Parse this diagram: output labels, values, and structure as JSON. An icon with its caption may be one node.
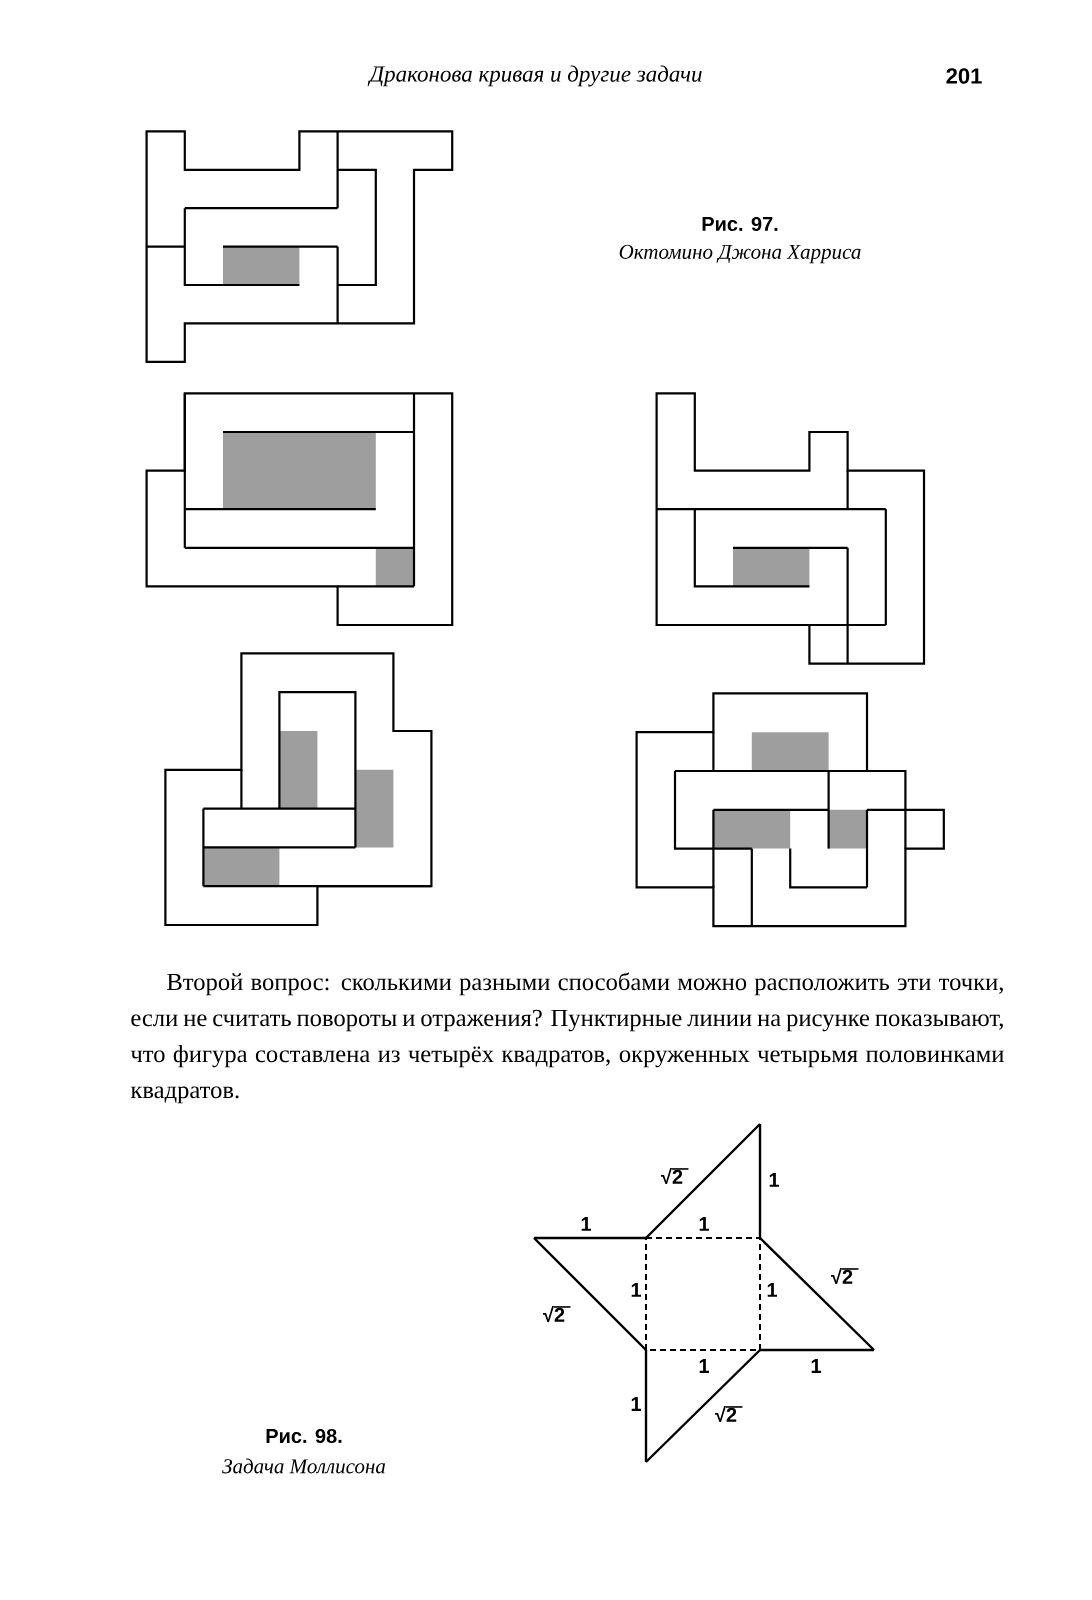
{
  "diagram": {
    "labels": [
      "Драконова кривая и другие задачи",
      "201",
      "Рис. 97.",
      "Октомино Джона Харриса",
      "Второй вопрос: сколькими разными способами можно расположить эти точки, если не считать повороты и отражения? Пунктирные линии на рисунке показывают, что фигура составлена из четырёх квадратов, окруженных четырьмя половинками квадратов.",
      "√2",
      "1",
      "1",
      "1",
      "√2",
      "1",
      "1",
      "√2",
      "1",
      "1",
      "1",
      "√2",
      "Рис. 98.",
      "Задача Моллисона"
    ]
  }
}
